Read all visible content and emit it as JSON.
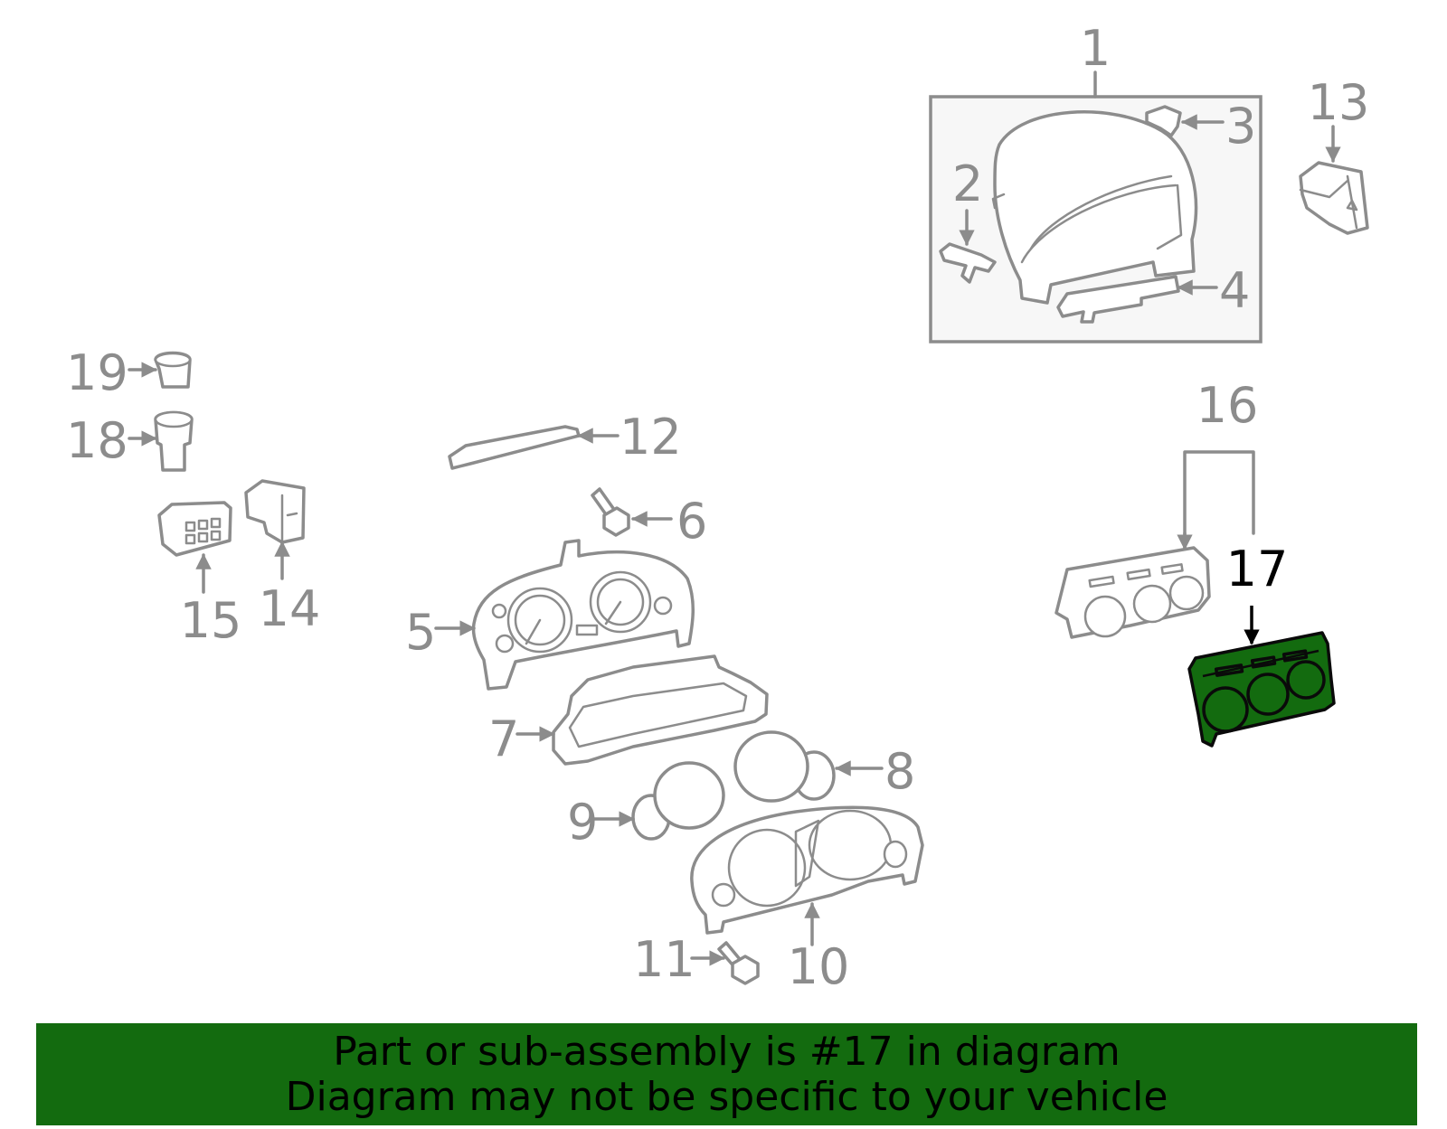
{
  "callouts": {
    "c1": "1",
    "c2": "2",
    "c3": "3",
    "c4": "4",
    "c5": "5",
    "c6": "6",
    "c7": "7",
    "c8": "8",
    "c9": "9",
    "c10": "10",
    "c11": "11",
    "c12": "12",
    "c13": "13",
    "c14": "14",
    "c15": "15",
    "c16": "16",
    "c17": "17",
    "c18": "18",
    "c19": "19"
  },
  "highlighted_part": "17",
  "banner": {
    "line1": "Part or sub-assembly is #17 in diagram",
    "line2": "Diagram may not be specific to your vehicle"
  },
  "colors": {
    "highlight": "#136b0f",
    "line_art": "#8c8c8c",
    "highlight_outline": "#0a0a0a"
  }
}
